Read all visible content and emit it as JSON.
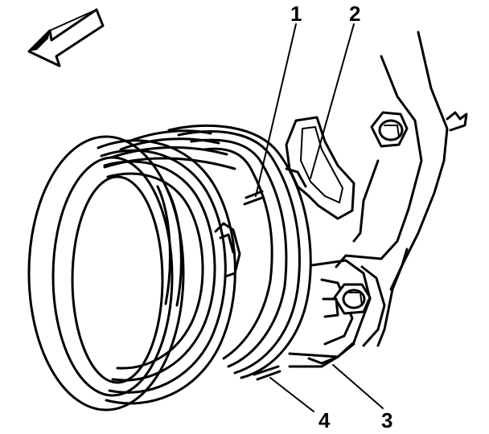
{
  "callouts": [
    {
      "id": "1",
      "label": "1"
    },
    {
      "id": "2",
      "label": "2"
    },
    {
      "id": "3",
      "label": "3"
    },
    {
      "id": "4",
      "label": "4"
    }
  ],
  "icons": {
    "direction_arrow": "arrow-icon"
  },
  "colors": {
    "line": "#000000",
    "background": "#ffffff"
  }
}
